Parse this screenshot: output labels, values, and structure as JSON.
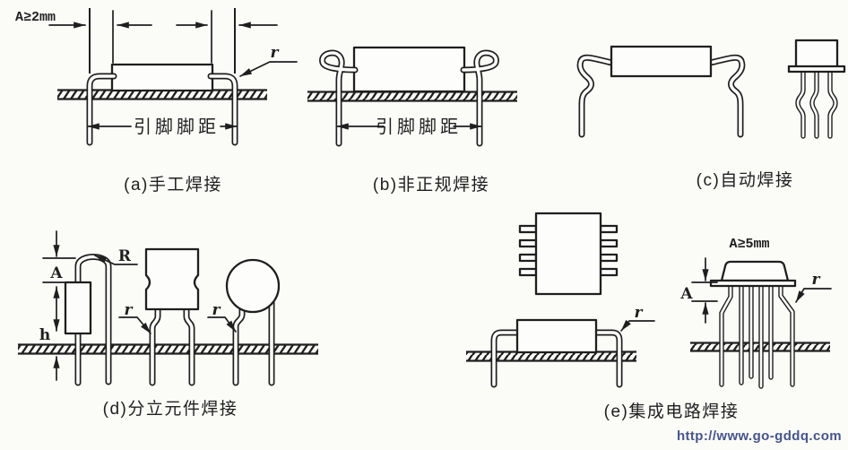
{
  "colors": {
    "ink": "#1f1f1f",
    "paper": "#fbfbf8",
    "watermark_blue": "#46558a"
  },
  "figures": {
    "a": {
      "caption": "(a)手工焊接",
      "clearance_label": "A≥2mm",
      "pitch_label": "引脚脚距",
      "bend_radius_label": "r"
    },
    "b": {
      "caption": "(b)非正规焊接",
      "pitch_label": "引脚脚距"
    },
    "c": {
      "caption": "(c)自动焊接"
    },
    "d": {
      "caption": "(d)分立元件焊接",
      "clearance_label": "A",
      "standoff_label": "h",
      "loop_radius_label": "R",
      "cap_bend_label": "r",
      "disc_bend_label": "r"
    },
    "e": {
      "caption": "(e)集成电路焊接",
      "clearance_note": "A≥5mm",
      "clearance_label": "A",
      "side_bend_label": "r",
      "can_bend_label": "r"
    }
  },
  "watermark": {
    "url_text": "http://www.go-gddq.com"
  }
}
